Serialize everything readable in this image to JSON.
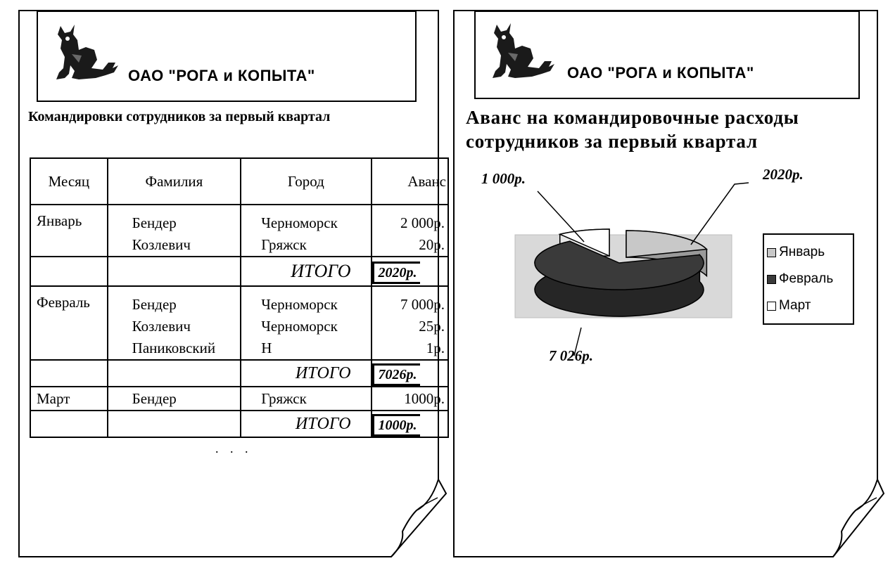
{
  "company": {
    "name": "ОАО \"РОГА и КОПЫТА\""
  },
  "report_page": {
    "title": "Командировки сотрудников за первый квартал",
    "columns": [
      "Месяц",
      "Фамилия",
      "Город",
      "Аванс"
    ],
    "groups": [
      {
        "month": "Январь",
        "surnames": [
          "Бендер",
          "Козлевич"
        ],
        "cities": [
          "Черноморск",
          "Гряжск"
        ],
        "advances": [
          "2 000р.",
          "20р."
        ],
        "total_label": "ИТОГО",
        "total": "2020р."
      },
      {
        "month": "Февраль",
        "surnames": [
          "Бендер",
          "Козлевич",
          "Паниковский"
        ],
        "cities": [
          "Черноморск",
          "Черноморск",
          "Н"
        ],
        "advances": [
          "7 000р.",
          "25р.",
          "1р."
        ],
        "total_label": "ИТОГО",
        "total": "7026р."
      },
      {
        "month": "Март",
        "surnames": [
          "Бендер"
        ],
        "cities": [
          "Гряжск"
        ],
        "advances": [
          "1000р."
        ],
        "total_label": "ИТОГО",
        "total": "1000р."
      }
    ],
    "continuation": ". . ."
  },
  "chart_page": {
    "title": "Аванс на командировочные расходы сотрудников за первый квартал"
  },
  "chart_data": {
    "type": "pie",
    "title": "Аванс на командировочные расходы сотрудников за первый квартал",
    "categories": [
      "Январь",
      "Февраль",
      "Март"
    ],
    "values": [
      2020,
      7026,
      1000
    ],
    "data_labels": [
      "2020р.",
      "7 026р.",
      "1 000р."
    ],
    "legend_position": "right",
    "colors": [
      "#c8c8c8",
      "#3a3a3a",
      "#ffffff"
    ],
    "style": "3d-exploded"
  }
}
